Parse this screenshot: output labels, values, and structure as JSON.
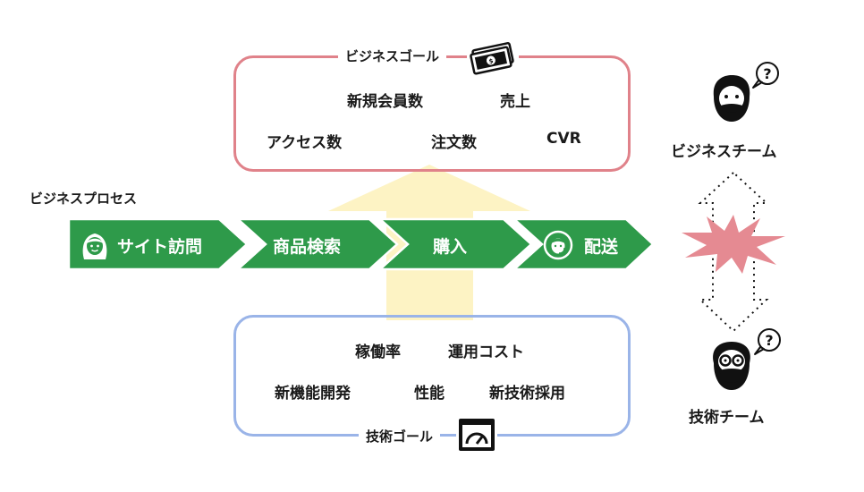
{
  "business_goal": {
    "title": "ビジネスゴール",
    "metrics": [
      "新規会員数",
      "売上",
      "アクセス数",
      "注文数",
      "CVR"
    ],
    "colors": {
      "border": "#e0828a"
    }
  },
  "technical_goal": {
    "title": "技術ゴール",
    "metrics": [
      "稼働率",
      "運用コスト",
      "新機能開発",
      "性能",
      "新技術採用"
    ],
    "colors": {
      "border": "#9ab4e8"
    }
  },
  "process": {
    "label": "ビジネスプロセス",
    "steps": [
      "サイト訪問",
      "商品検索",
      "購入",
      "配送"
    ],
    "step_icons": [
      "customer-icon",
      "",
      "",
      "support-agent-icon"
    ],
    "color": "#2e9a4a"
  },
  "teams": {
    "business": {
      "label": "ビジネスチーム",
      "icon": "bearded-man-icon",
      "bubble": "?"
    },
    "technical": {
      "label": "技術チーム",
      "icon": "glasses-man-icon",
      "bubble": "?"
    }
  },
  "icons": {
    "money": "money-icon",
    "gauge": "dashboard-gauge-icon",
    "conflict": "conflict-burst-icon"
  },
  "colors": {
    "arrow": "#fdf3c4",
    "burst": "#e58a92"
  }
}
